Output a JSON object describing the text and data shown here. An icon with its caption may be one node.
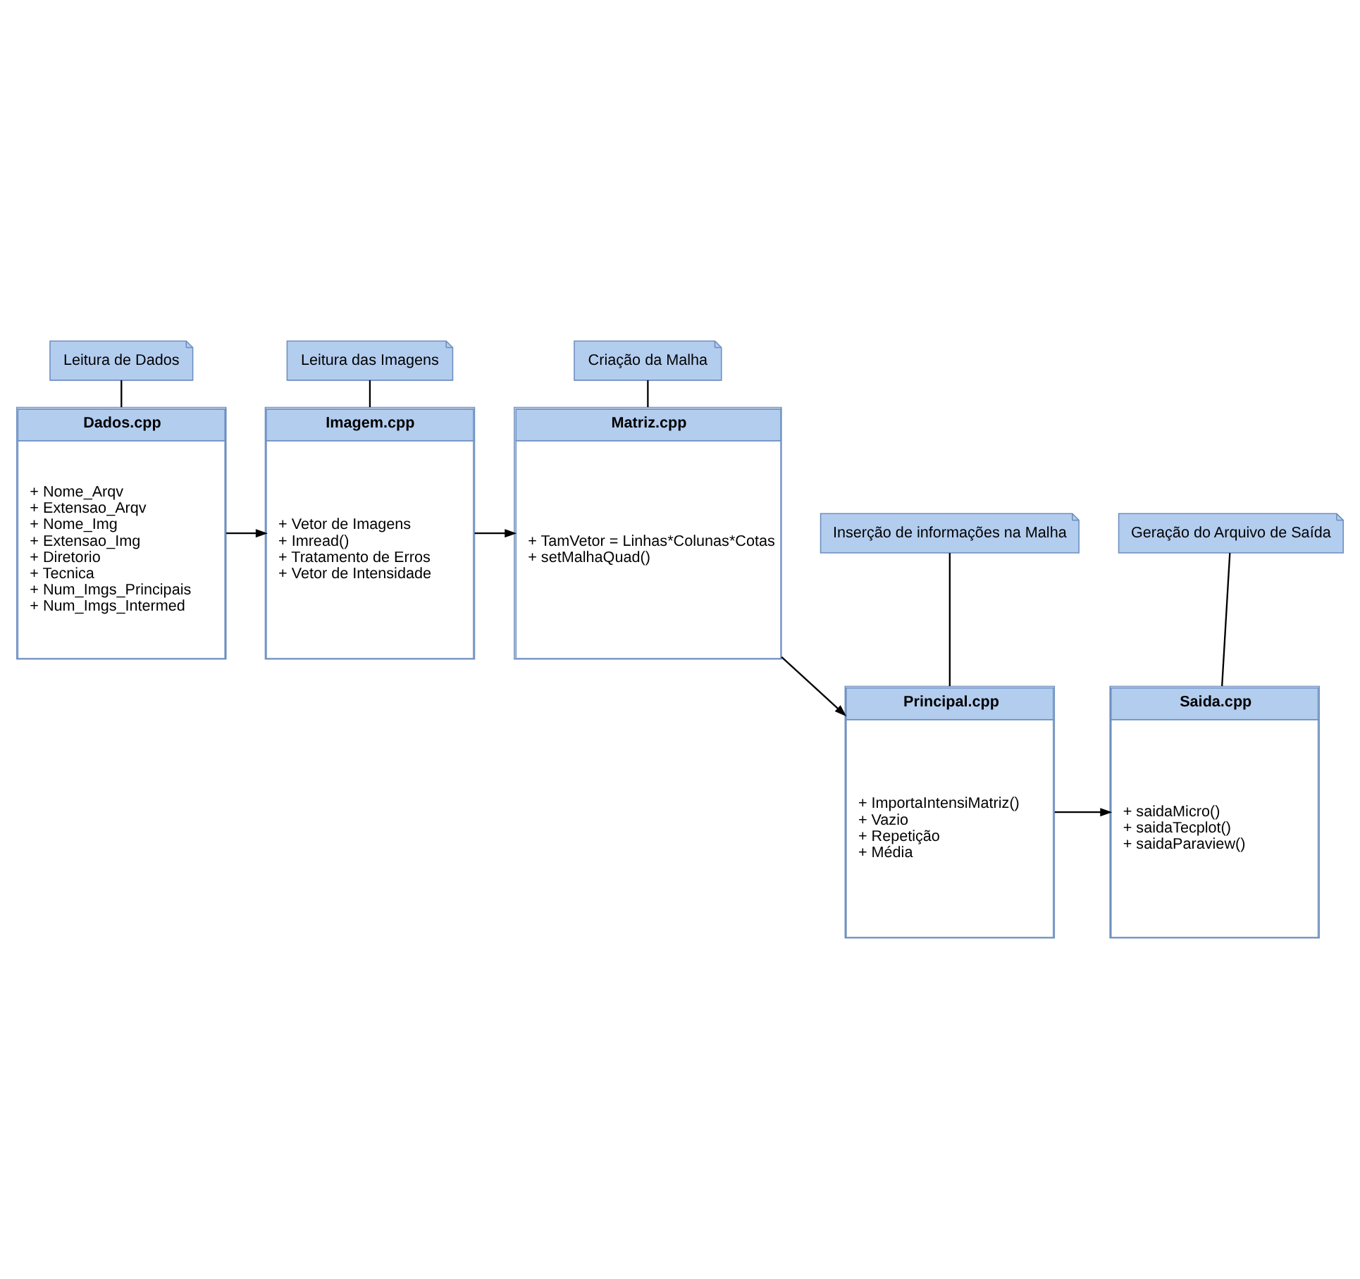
{
  "diagram": {
    "nodes": [
      {
        "text": [
          "Leitura de Dados"
        ]
      },
      {
        "text": [
          "Leitura das Imagens"
        ]
      },
      {
        "text": [
          "Criação da Malha"
        ]
      },
      {
        "text": [
          "Dados.cpp",
          "+ Nome_Arqv",
          "+ Extensao_Arqv",
          "+ Nome_Img",
          "+ Extensao_Img",
          "+ Diretorio",
          "+ Tecnica",
          "+ Num_Imgs_Principais",
          "+ Num_Imgs_Intermed"
        ]
      },
      {
        "text": [
          "Imagem.cpp",
          "+ Vetor de Imagens",
          "+ Imread()",
          "+ Tratamento de Erros",
          "+ Vetor de Intensidade"
        ]
      },
      {
        "text": [
          "Matriz.cpp",
          "+ TamVetor = Linhas*Colunas*Cotas",
          "+ setMalhaQuad()"
        ]
      },
      {
        "text": [
          "Inserção de informações na Malha"
        ]
      },
      {
        "text": [
          "Geração do Arquivo de Saída"
        ]
      },
      {
        "text": [
          "Principal.cpp",
          "+ ImportaIntensiMatriz()",
          "+ Vazio",
          "+ Repetição",
          "+ Média"
        ]
      },
      {
        "text": [
          "Saida.cpp",
          "+ saidaMicro()",
          "+ saidaTecplot()",
          "+ saidaParaview()"
        ]
      }
    ],
    "edges": [
      {
        "from": 0,
        "to": 3,
        "arrow": "none"
      },
      {
        "from": 1,
        "to": 4,
        "arrow": "none"
      },
      {
        "from": 2,
        "to": 5,
        "arrow": "none"
      },
      {
        "from": 3,
        "to": 4,
        "arrow": "to"
      },
      {
        "from": 4,
        "to": 5,
        "arrow": "to"
      },
      {
        "from": 5,
        "to": 8,
        "arrow": "to"
      },
      {
        "from": 6,
        "to": 8,
        "arrow": "none"
      },
      {
        "from": 7,
        "to": 9,
        "arrow": "none"
      },
      {
        "from": 8,
        "to": 9,
        "arrow": "to"
      }
    ]
  }
}
